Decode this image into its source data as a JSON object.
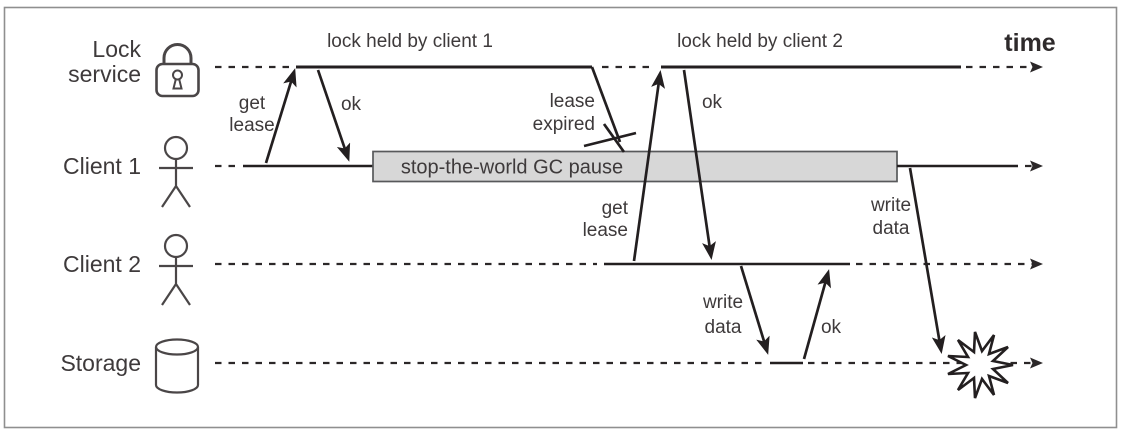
{
  "lanes": {
    "lock_service": {
      "label_line1": "Lock",
      "label_line2": "service",
      "icon": "padlock-icon"
    },
    "client1": {
      "label": "Client 1",
      "icon": "person-icon"
    },
    "client2": {
      "label": "Client 2",
      "icon": "person-icon"
    },
    "storage": {
      "label": "Storage",
      "icon": "database-cylinder-icon"
    }
  },
  "annotations": {
    "lock_held_by_client1": "lock held by client 1",
    "lock_held_by_client2": "lock held by client 2",
    "time": "time",
    "client1_get_lease_line1": "get",
    "client1_get_lease_line2": "lease",
    "client1_ok": "ok",
    "lease_expired_line1": "lease",
    "lease_expired_line2": "expired",
    "client2_get_lease_line1": "get",
    "client2_get_lease_line2": "lease",
    "client2_ok": "ok",
    "client2_write_data_line1": "write",
    "client2_write_data_line2": "data",
    "storage_ok": "ok",
    "client1_write_data_line1": "write",
    "client1_write_data_line2": "data",
    "gc_pause": "stop-the-world GC pause"
  },
  "colors": {
    "line": "#231f20",
    "text": "#3e3a3b",
    "gc_box_fill": "#d7d7d7",
    "gc_box_border": "#58595b",
    "frame_border": "#8f8f8f",
    "background": "#ffffff"
  }
}
